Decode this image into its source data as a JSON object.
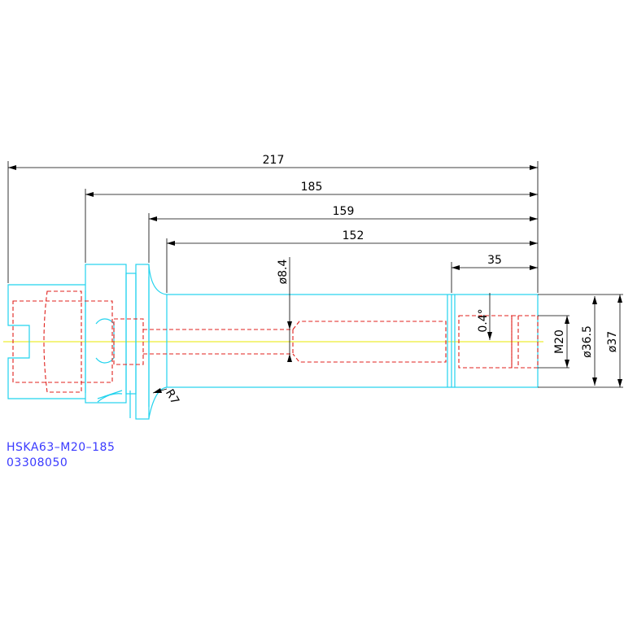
{
  "colors": {
    "outline": "#22d3ee",
    "hidden": "#e0201c",
    "centerline": "#e8e800",
    "dimension": "#000000",
    "caption": "#3a3aff"
  },
  "dimensions": {
    "overall_length": "217",
    "length_185": "185",
    "length_159": "159",
    "length_152": "152",
    "length_35": "35",
    "bore_diameter": "ø8.4",
    "thread": "M20",
    "inner_diameter": "ø36.5",
    "outer_diameter": "ø37",
    "angle": "0.4°",
    "radius": "R7"
  },
  "caption": {
    "model": "HSKA63–M20–185",
    "part_number": "03308050"
  }
}
